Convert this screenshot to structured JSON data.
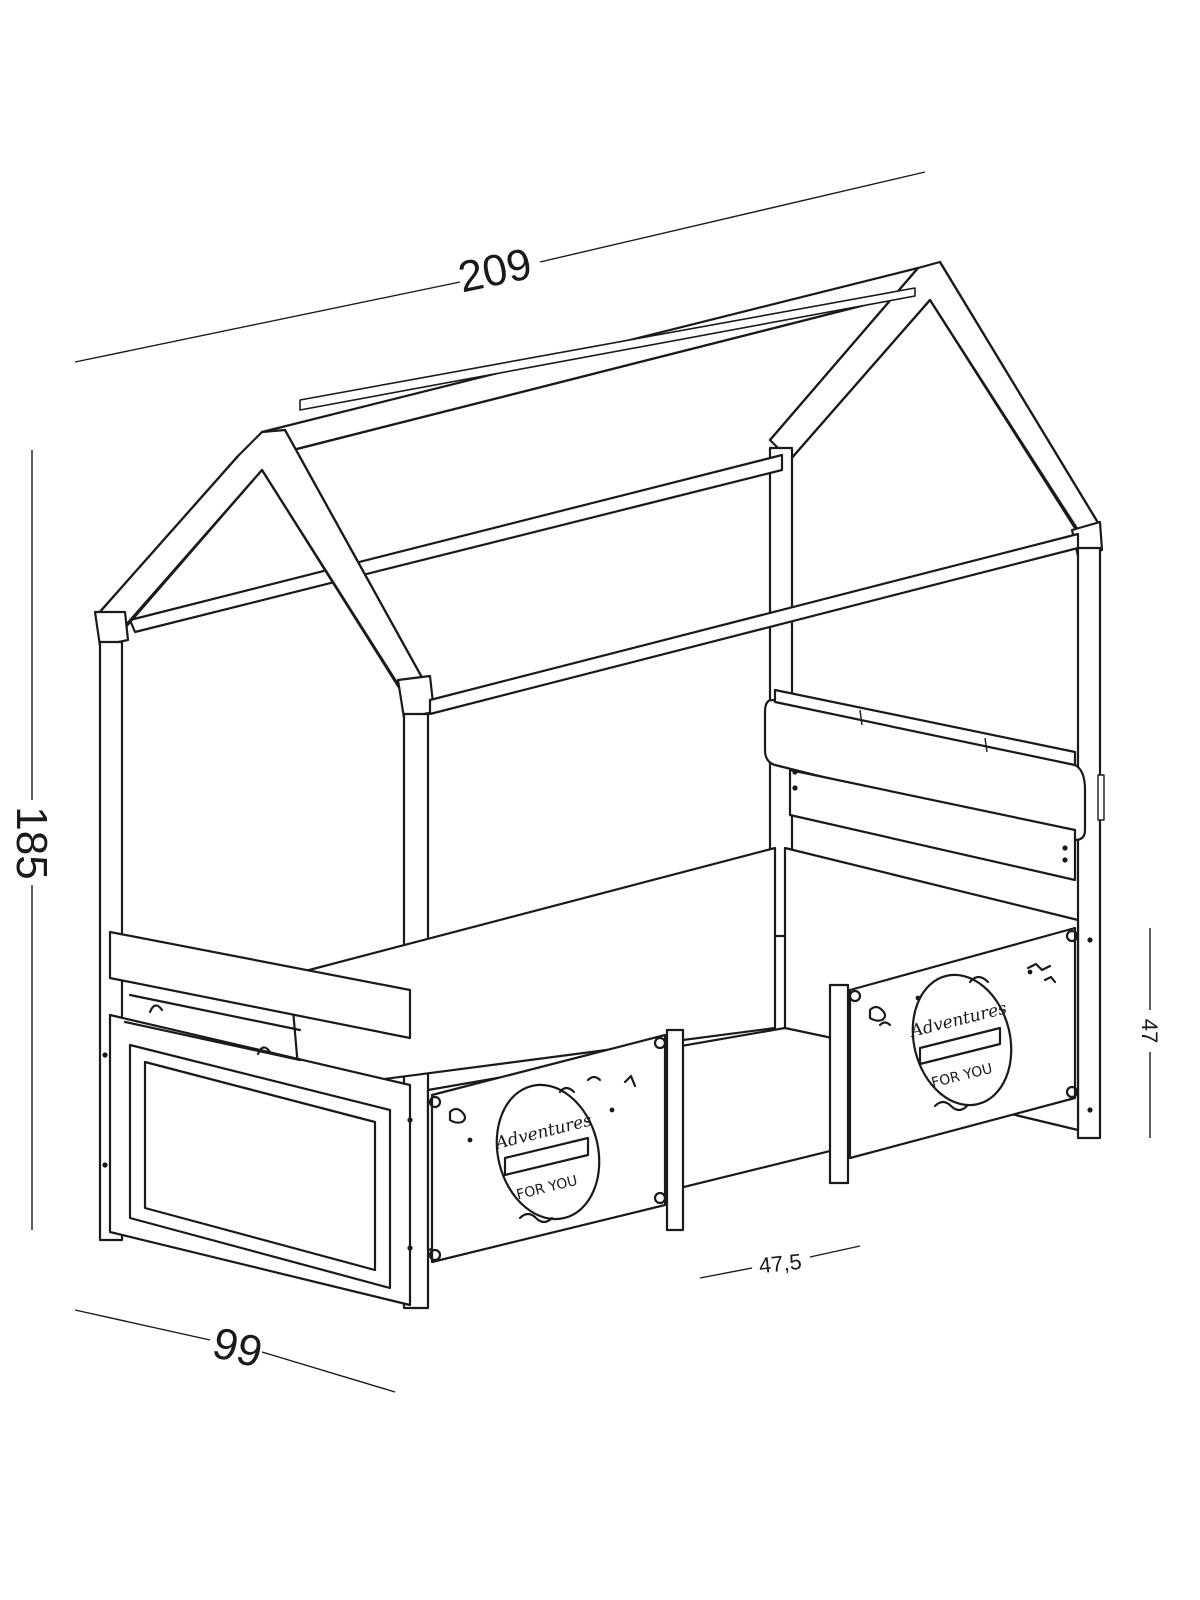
{
  "dimensions": {
    "length": "209",
    "height": "185",
    "width": "99",
    "rail_height": "47",
    "opening": "47,5"
  },
  "panel_logo": {
    "script_text": "Adventures",
    "sub_text": "FOR YOU"
  },
  "colors": {
    "line": "#1a1a1a",
    "background": "#ffffff"
  }
}
